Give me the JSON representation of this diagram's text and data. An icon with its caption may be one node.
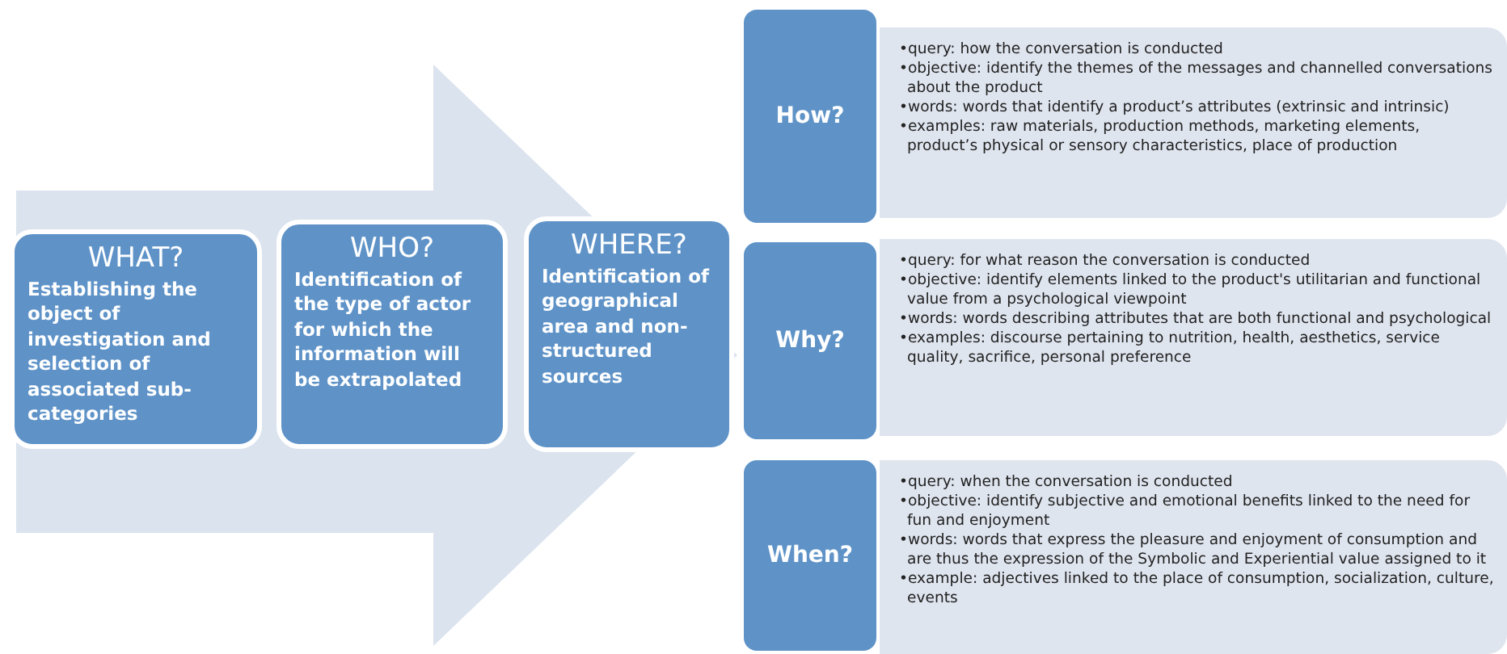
{
  "diagram": {
    "nodes": [
      {
        "text": [],
        "shape": "arrow"
      },
      {
        "text": [
          "WHAT?",
          "Establishing the object of investigation and selection of associated sub-categories"
        ],
        "in": 0
      },
      {
        "text": [
          "WHO?",
          "Identification of the type of actor for which the information will be extrapolated"
        ],
        "in": 0
      },
      {
        "text": [
          "WHERE?",
          "Identification of geographical area and non-structured sources"
        ],
        "in": 0
      },
      {
        "text": [
          "How?"
        ]
      },
      {
        "text": [
          "•query: how the conversation is conducted",
          "•objective: identify the themes of the messages and channelled conversations about the product",
          "•words: words that identify a product’s attributes (extrinsic and intrinsic)",
          "•examples: raw materials, production methods, marketing elements, product’s physical or sensory characteristics, place of production"
        ]
      },
      {
        "text": [
          "Why?"
        ]
      },
      {
        "text": [
          "•query: for what reason the conversation is conducted",
          "•objective: identify elements linked to the product's utilitarian and functional value from a psychological viewpoint",
          "•words: words describing attributes that are both functional and psychological",
          "•examples: discourse pertaining to nutrition, health, aesthetics, service quality, sacrifice, personal preference"
        ]
      },
      {
        "text": [
          "When?"
        ]
      },
      {
        "text": [
          "•query: when the conversation is conducted",
          "•objective: identify subjective and emotional benefits linked to the need for fun and enjoyment",
          "•words:  words that express the pleasure and enjoyment of consumption and are thus the expression of the Symbolic and Experiential value assigned to it",
          "•example: adjectives linked to the place of consumption, socialization, culture, events"
        ]
      }
    ],
    "edges": []
  }
}
